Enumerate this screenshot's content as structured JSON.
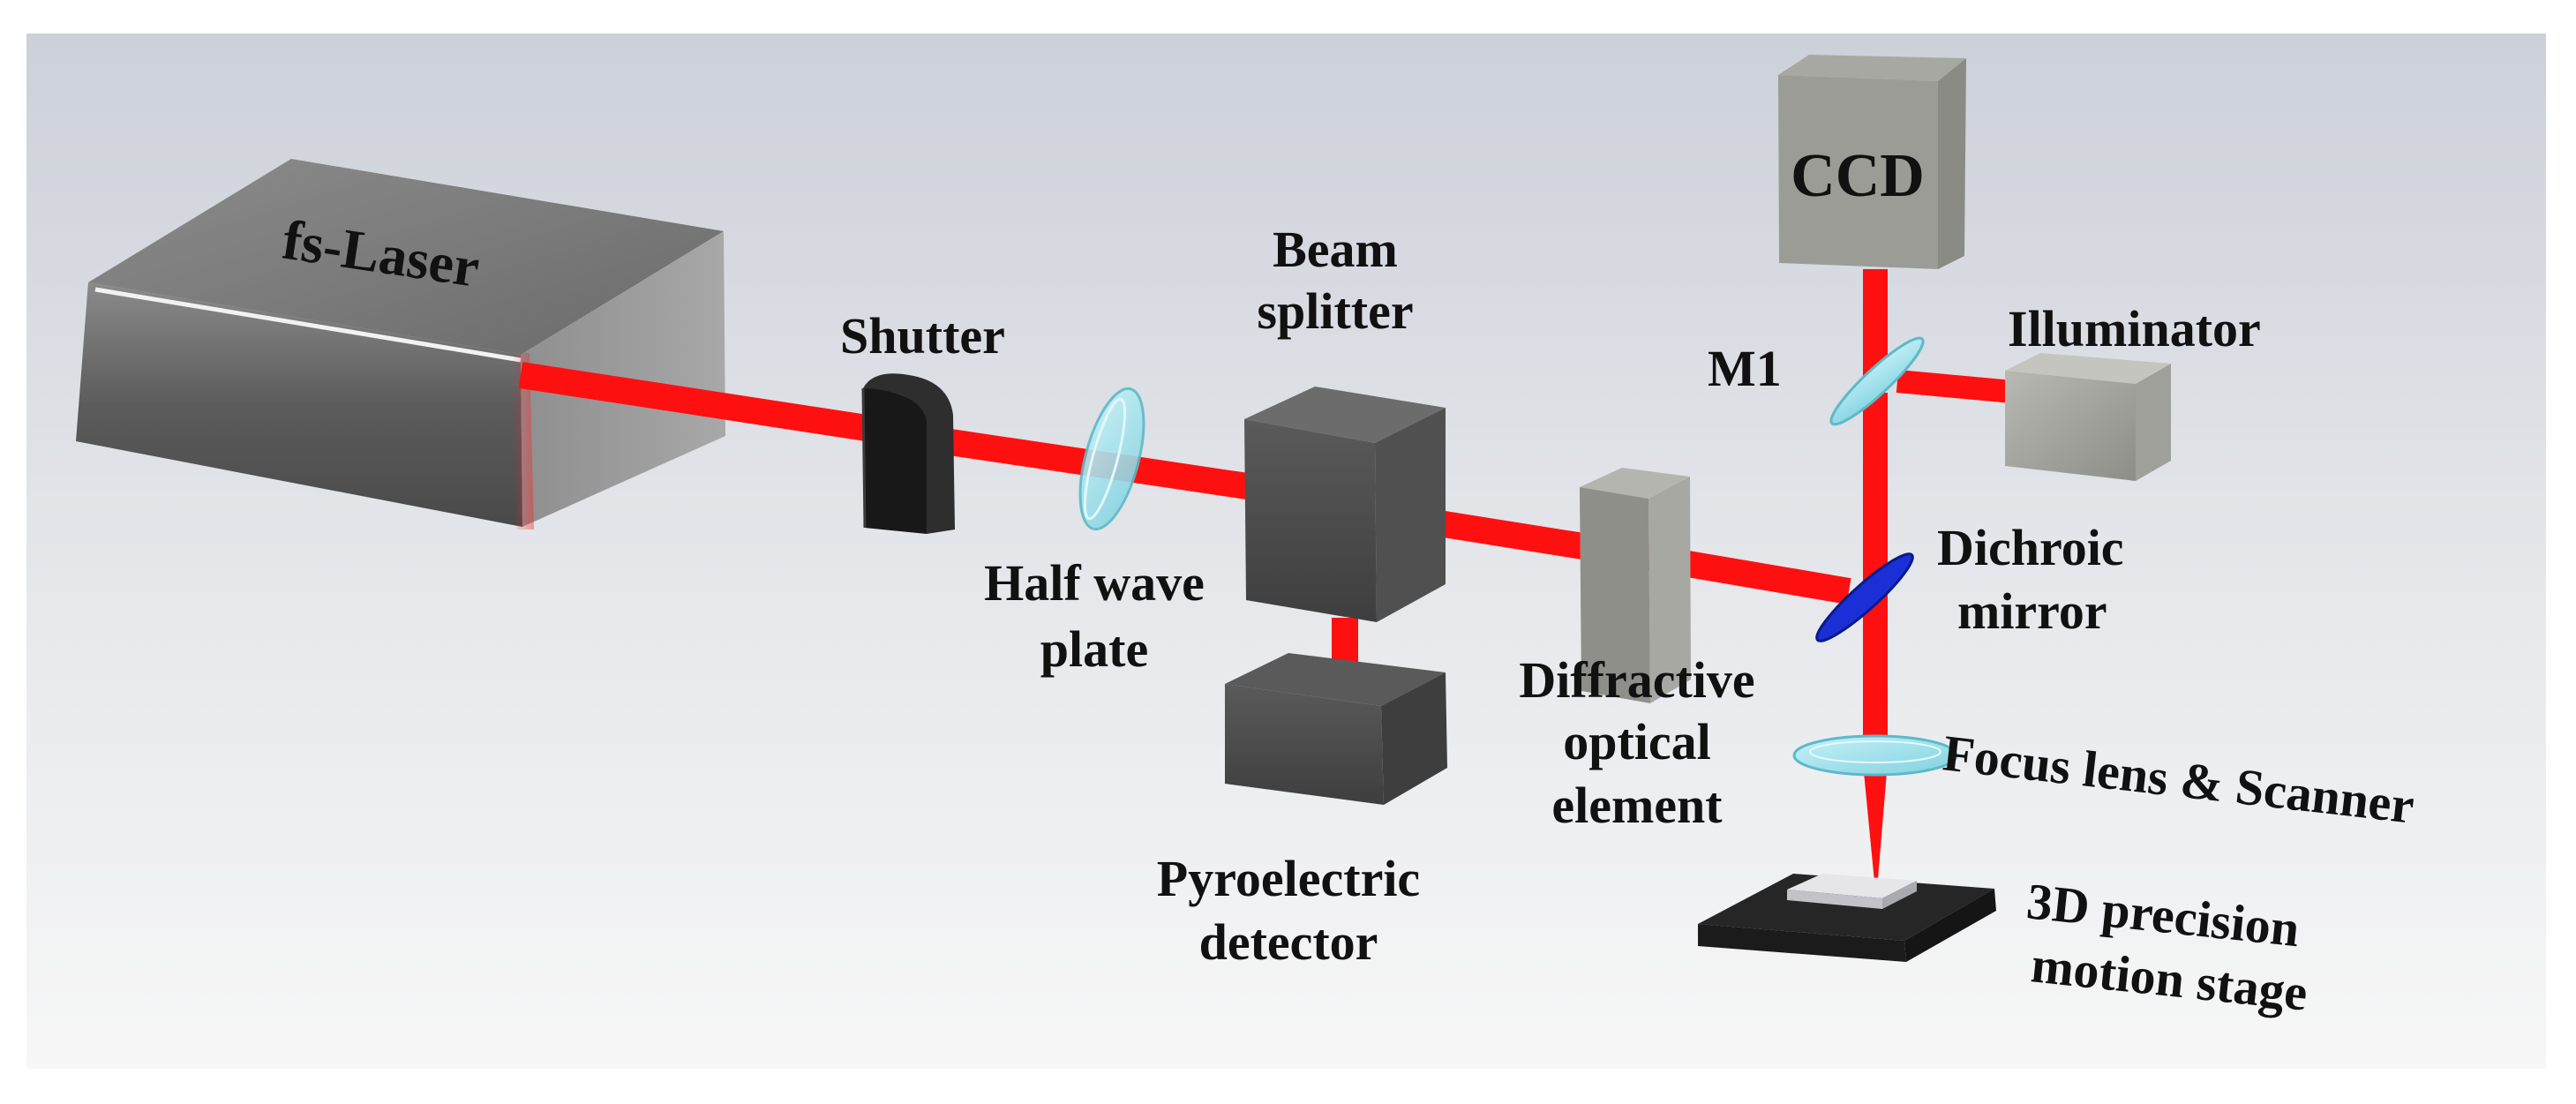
{
  "labels": {
    "fs_laser": "fs-Laser",
    "shutter": "Shutter",
    "beam_splitter_1": "Beam",
    "beam_splitter_2": "splitter",
    "half_wave_1": "Half wave",
    "half_wave_2": "plate",
    "pyro_1": "Pyroelectric",
    "pyro_2": "detector",
    "doe_1": "Diffractive",
    "doe_2": "optical",
    "doe_3": "element",
    "ccd": "CCD",
    "illuminator": "Illuminator",
    "m1": "M1",
    "dichroic_1": "Dichroic",
    "dichroic_2": "mirror",
    "focus_lens": "Focus lens & Scanner",
    "stage_1": "3D precision",
    "stage_2": "motion stage"
  },
  "colors": {
    "beam": "#ff1010",
    "housing": "#6e6e6e",
    "shutter": "#1c1c1c",
    "optic_glass": "#9fe3ee",
    "dichroic": "#1a2fd6",
    "stage": "#1e1e1e"
  }
}
